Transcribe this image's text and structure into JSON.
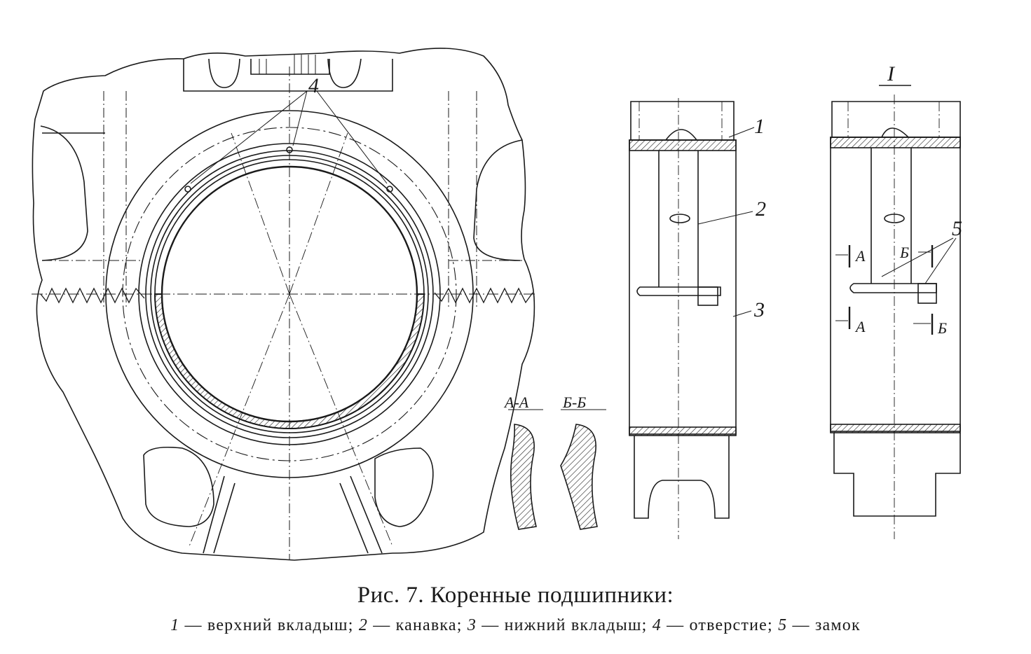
{
  "labels": {
    "hole": "4",
    "upper_liner": "1",
    "groove": "2",
    "lower_liner": "3",
    "lock": "5",
    "view_I": "I",
    "section_AA": "А-А",
    "section_BB": "Б-Б",
    "cut_A": "А",
    "cut_B": "Б"
  },
  "caption": {
    "title": "Рис. 7. Коренные подшипники:",
    "legend": [
      {
        "num": "1",
        "text": " — верхний вкладыш; "
      },
      {
        "num": "2",
        "text": " — канавка; "
      },
      {
        "num": "3",
        "text": " — нижний вкладыш; "
      },
      {
        "num": "4",
        "text": " — отверстие; "
      },
      {
        "num": "5",
        "text": " — замок"
      }
    ]
  }
}
